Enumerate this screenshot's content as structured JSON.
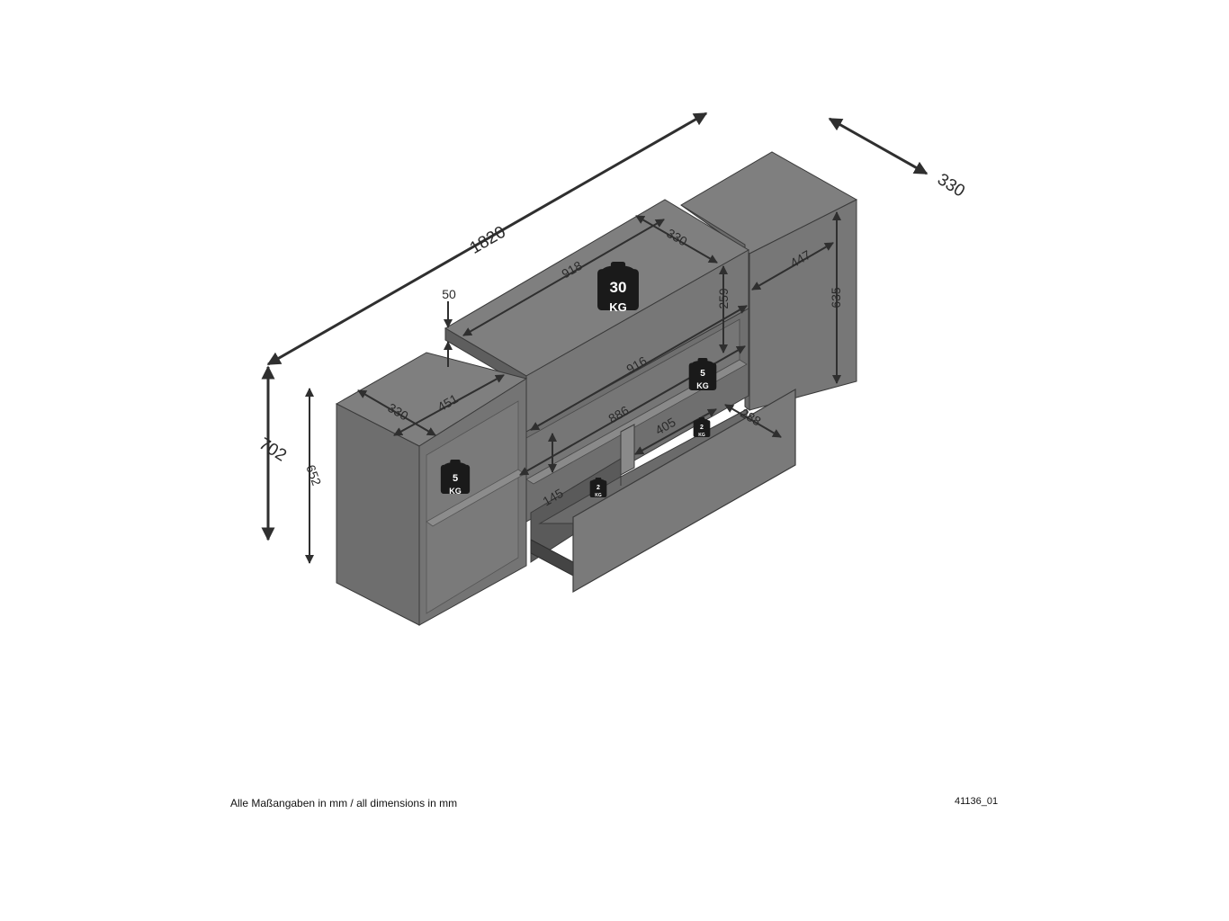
{
  "colors": {
    "panel": "#777777",
    "panel_light": "#7f7f7f",
    "panel_dark": "#5e5e5e",
    "edge": "#3a3a3a",
    "dimension": "#2f2f2f",
    "weight_icon": "#1a1a1a"
  },
  "dimensions": {
    "total_width": "1820",
    "depth": "330",
    "total_height": "702",
    "left_height": "652",
    "left_depth": "330",
    "left_width": "451",
    "top_depth": "330",
    "top_width": "918",
    "top_offset": "50",
    "top_height": "259",
    "shelf_width": "916",
    "drawer_width": "886",
    "drawer_compartment": "405",
    "drawer_depth": "288",
    "drawer_height": "145",
    "right_width": "447",
    "right_height": "635"
  },
  "weights": {
    "top": {
      "value": "30",
      "unit": "KG"
    },
    "left_shelf": {
      "value": "5",
      "unit": "KG"
    },
    "middle_shelf": {
      "value": "5",
      "unit": "KG"
    },
    "drawer_left": {
      "value": "2",
      "unit": "KG"
    },
    "drawer_right": {
      "value": "2",
      "unit": "KG"
    }
  },
  "footer": {
    "note": "Alle Maßangaben in mm / all dimensions in mm",
    "code": "41136_01"
  }
}
